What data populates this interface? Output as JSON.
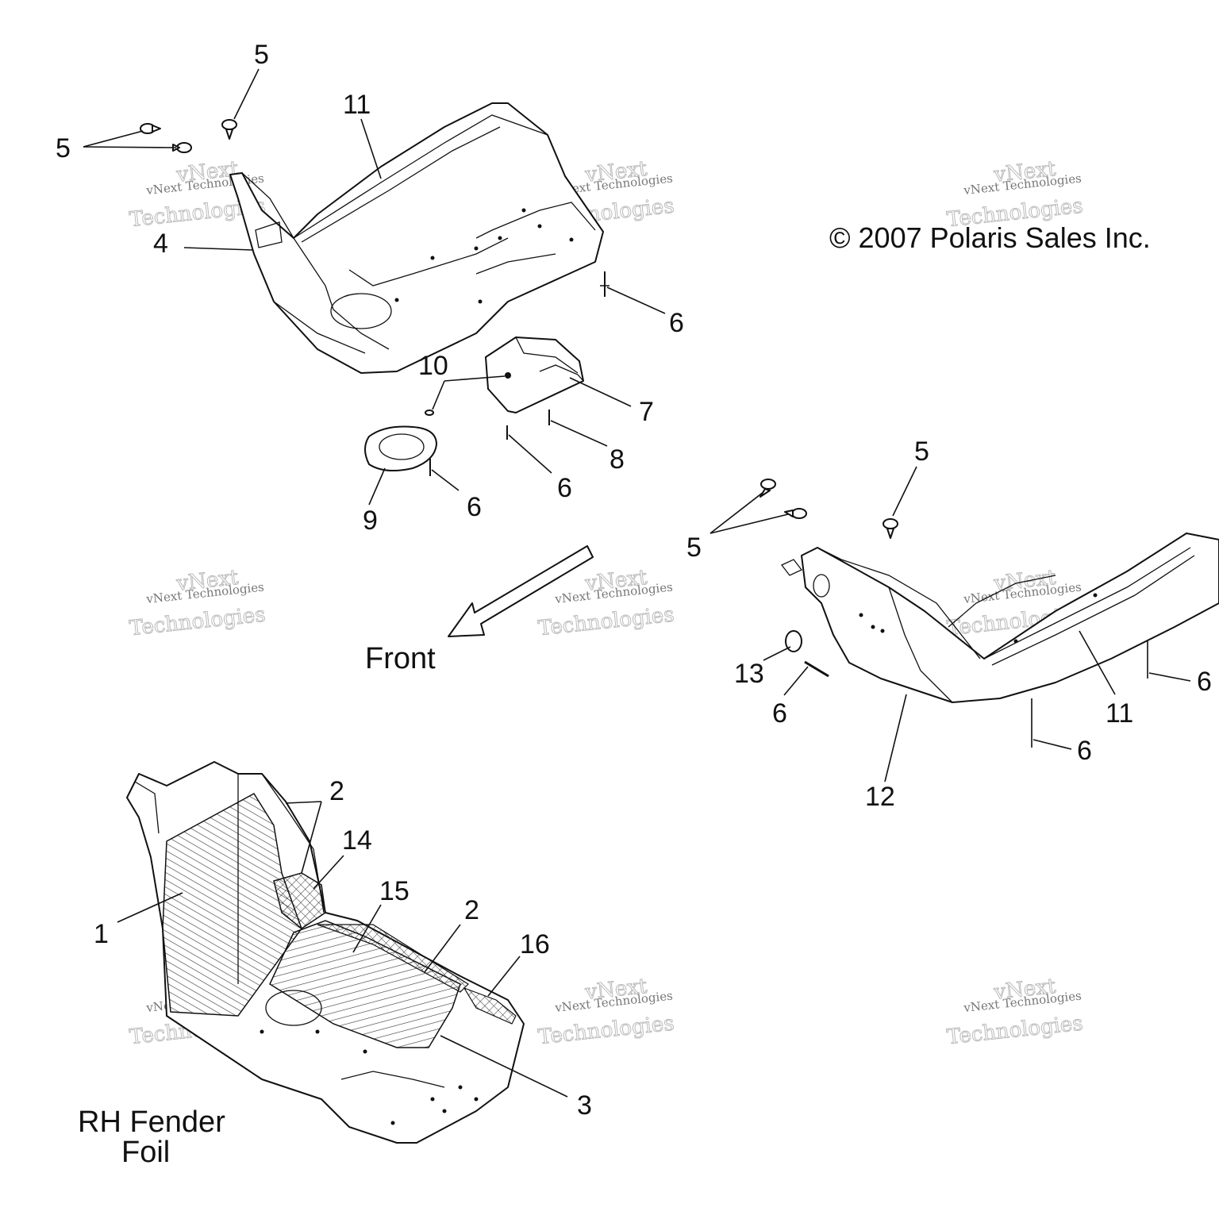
{
  "copyright": "© 2007 Polaris Sales Inc.",
  "front_label": "Front",
  "fender_label": [
    "RH Fender",
    "Foil"
  ],
  "watermark": {
    "line1": "vNext Technologies",
    "line2": "Technologies",
    "line3": "vNext"
  },
  "callouts": [
    {
      "id": "c5a",
      "text": "5"
    },
    {
      "id": "c5b",
      "text": "5"
    },
    {
      "id": "c11a",
      "text": "11"
    },
    {
      "id": "c4",
      "text": "4"
    },
    {
      "id": "c6a",
      "text": "6"
    },
    {
      "id": "c10",
      "text": "10"
    },
    {
      "id": "c7",
      "text": "7"
    },
    {
      "id": "c8",
      "text": "8"
    },
    {
      "id": "c6b",
      "text": "6"
    },
    {
      "id": "c6c",
      "text": "6"
    },
    {
      "id": "c9",
      "text": "9"
    },
    {
      "id": "c5c",
      "text": "5"
    },
    {
      "id": "c5d",
      "text": "5"
    },
    {
      "id": "c13",
      "text": "13"
    },
    {
      "id": "c6d",
      "text": "6"
    },
    {
      "id": "c11b",
      "text": "11"
    },
    {
      "id": "c6e",
      "text": "6"
    },
    {
      "id": "c6f",
      "text": "6"
    },
    {
      "id": "c12",
      "text": "12"
    },
    {
      "id": "c2a",
      "text": "2"
    },
    {
      "id": "c14",
      "text": "14"
    },
    {
      "id": "c15",
      "text": "15"
    },
    {
      "id": "c2b",
      "text": "2"
    },
    {
      "id": "c16",
      "text": "16"
    },
    {
      "id": "c1",
      "text": "1"
    },
    {
      "id": "c3",
      "text": "3"
    }
  ]
}
